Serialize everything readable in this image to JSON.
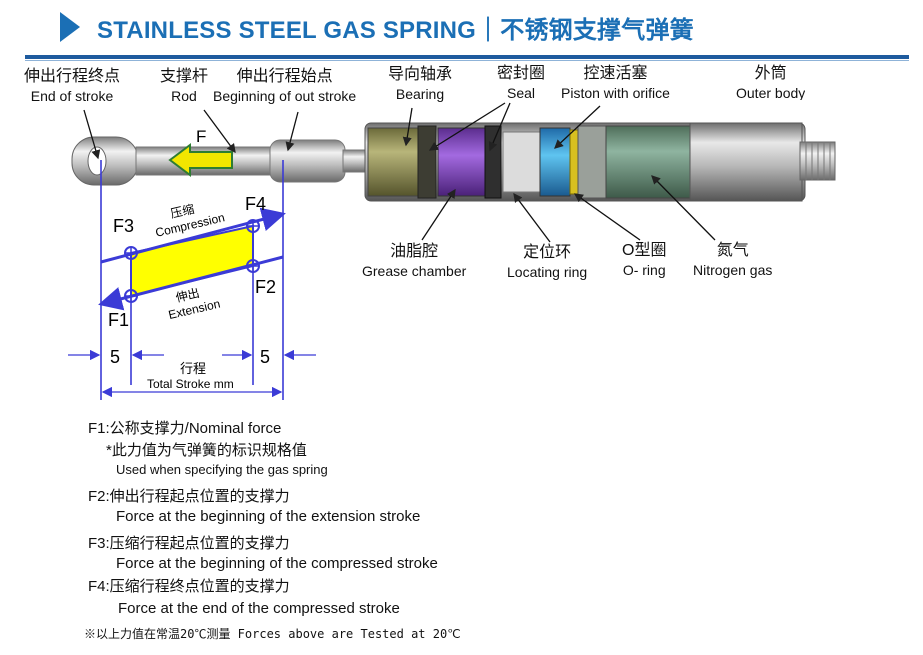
{
  "title": "STAINLESS STEEL GAS SPRING｜不锈钢支撑气弹簧",
  "top_labels": [
    {
      "zh": "伸出行程终点",
      "en": "End of stroke"
    },
    {
      "zh": "支撑杆",
      "en": "Rod"
    },
    {
      "zh": "伸出行程始点",
      "en": "Beginning of out stroke"
    },
    {
      "zh": "导向轴承",
      "en": "Bearing"
    },
    {
      "zh": "密封圈",
      "en": "Seal"
    },
    {
      "zh": "控速活塞",
      "en": "Piston with orifice"
    },
    {
      "zh": "外筒",
      "en": "Outer body"
    }
  ],
  "bottom_labels": [
    {
      "zh": "油脂腔",
      "en": "Grease chamber"
    },
    {
      "zh": "定位环",
      "en": "Locating ring"
    },
    {
      "zh": "O型圈",
      "en": "O- ring"
    },
    {
      "zh": "氮气",
      "en": "Nitrogen gas"
    }
  ],
  "force_arrow": "F",
  "points": [
    "F1",
    "F2",
    "F3",
    "F4"
  ],
  "compression": {
    "zh": "压缩",
    "en": "Compression"
  },
  "extension": {
    "zh": "伸出",
    "en": "Extension"
  },
  "dim_left": "5",
  "dim_right": "5",
  "stroke": {
    "zh": "行程",
    "en": "Total Stroke mm"
  },
  "notes": [
    {
      "text": "F1:公称支撑力/Nominal force"
    },
    {
      "text": "*此力值为气弹簧的标识规格值"
    },
    {
      "text": "Used when specifying the gas spring"
    },
    {
      "text": "F2:伸出行程起点位置的支撑力"
    },
    {
      "text": "Force at the beginning of the extension stroke"
    },
    {
      "text": "F3:压缩行程起点位置的支撑力"
    },
    {
      "text": "Force at the beginning of the compressed stroke"
    },
    {
      "text": "F4:压缩行程终点位置的支撑力"
    },
    {
      "text": "Force at the end of the compressed stroke"
    },
    {
      "text": "※以上力值在常温20℃测量 Forces above are Tested at 20℃"
    }
  ],
  "colors": {
    "title": "#1b6fb5",
    "rule": "#1e5b9e",
    "guide": "#3b3bd6",
    "fill": "#ffff00",
    "arrow": "#f2e600"
  }
}
